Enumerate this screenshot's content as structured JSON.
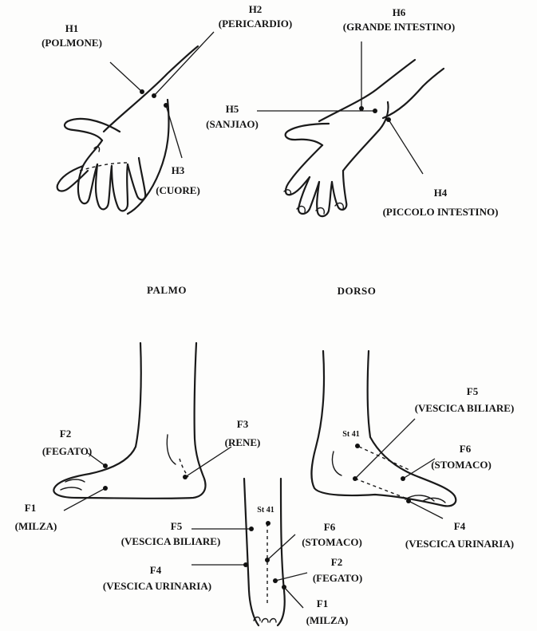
{
  "hands": {
    "points": [
      {
        "code": "H1",
        "name": "(POLMONE)"
      },
      {
        "code": "H2",
        "name": "(PERICARDIO)"
      },
      {
        "code": "H6",
        "name": "(GRANDE INTESTINO)"
      },
      {
        "code": "H5",
        "name": "(SANJIAO)"
      },
      {
        "code": "H3",
        "name": "(CUORE)"
      },
      {
        "code": "H4",
        "name": "(PICCOLO INTESTINO)"
      }
    ],
    "palm_heading": "PALMO",
    "back_heading": "DORSO"
  },
  "feet": {
    "sole_points": [
      {
        "code": "F2",
        "name": "(FEGATO)"
      },
      {
        "code": "F3",
        "name": "(RENE)"
      },
      {
        "code": "F1",
        "name": "(MILZA)"
      }
    ],
    "outer_points": [
      {
        "code": "F5",
        "name": "(VESCICA BILIARE)"
      },
      {
        "code": "F6",
        "name": "(STOMACO)"
      },
      {
        "code": "F4",
        "name": "(VESCICA URINARIA)"
      }
    ],
    "front_points": [
      {
        "code": "F5",
        "name": "(VESCICA BILIARE)"
      },
      {
        "code": "F6",
        "name": "(STOMACO)"
      },
      {
        "code": "F4",
        "name": "(VESCICA URINARIA)"
      },
      {
        "code": "F2",
        "name": "(FEGATO)"
      },
      {
        "code": "F1",
        "name": "(MILZA)"
      }
    ],
    "st41_label": "St 41"
  }
}
